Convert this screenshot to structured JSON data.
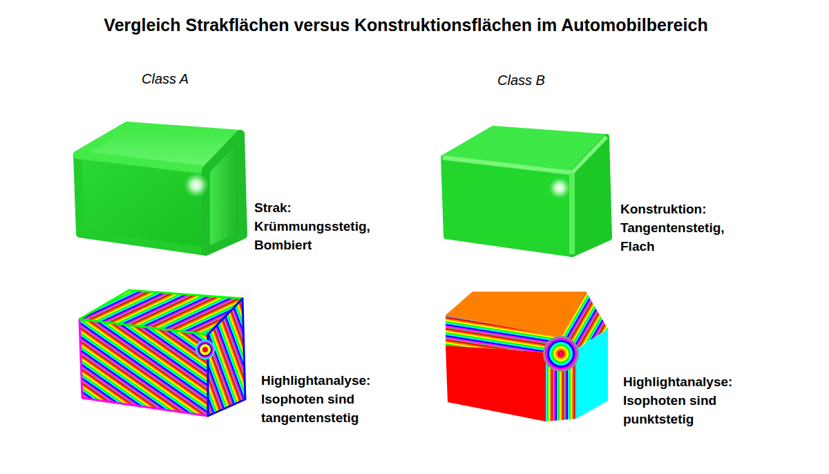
{
  "diagram": {
    "title": "Vergleich Strakflächen versus Konstruktionsflächen im Automobilbereich",
    "labels": [
      "Class A",
      "Class B",
      "Strak: Krümmungsstetig, Bombiert",
      "Konstruktion: Tangentenstetig, Flach",
      "Highlightanalyse: Isophoten sind tangentenstetig",
      "Highlightanalyse: Isophoten sind punktstetig"
    ]
  }
}
